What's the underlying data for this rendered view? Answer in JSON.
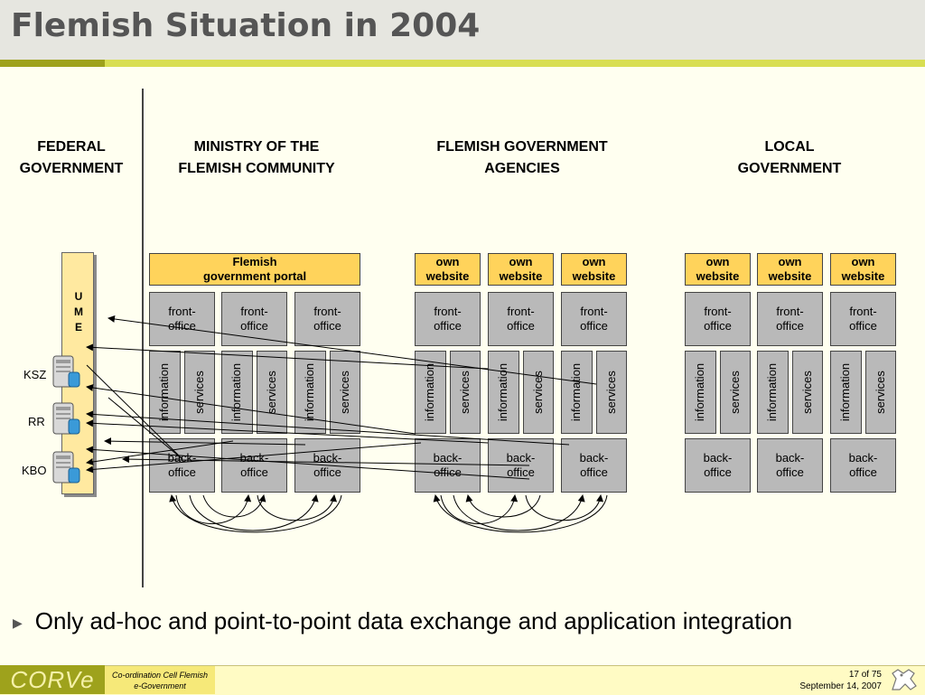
{
  "title": "Flemish Situation in 2004",
  "sections": {
    "federal": {
      "line1": "FEDERAL",
      "line2": "GOVERNMENT"
    },
    "ministry": {
      "line1": "MINISTRY OF THE",
      "line2": "FLEMISH COMMUNITY"
    },
    "agencies": {
      "line1": "FLEMISH GOVERNMENT",
      "line2": "AGENCIES"
    },
    "local": {
      "line1": "LOCAL",
      "line2": "GOVERNMENT"
    }
  },
  "portal": {
    "line1": "Flemish",
    "line2": "government portal"
  },
  "box_labels": {
    "own": "own",
    "website": "website",
    "front": "front-",
    "back": "back-",
    "office": "office",
    "information": "information",
    "services": "services"
  },
  "ume": {
    "letters": [
      "U",
      "M",
      "E"
    ]
  },
  "databases": [
    "KSZ",
    "RR",
    "KBO"
  ],
  "bullet": "Only ad-hoc and point-to-point data exchange and application integration",
  "footer": {
    "logo": "CORVe",
    "org_line1": "Co-ordination Cell Flemish",
    "org_line2": "e-Government",
    "page": "17 of 75",
    "date": "September 14, 2007"
  }
}
